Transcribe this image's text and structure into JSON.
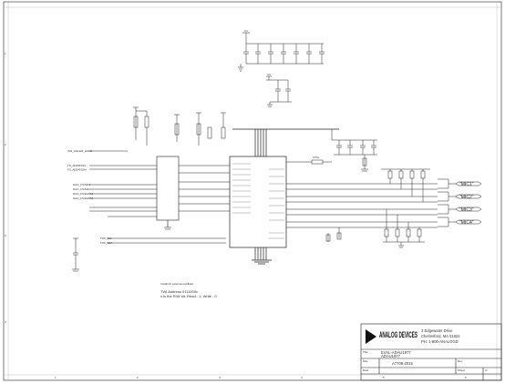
{
  "schematic": {
    "mic_labels": [
      "\"MIC1\"",
      "\"MIC2\"",
      "\"MIC3\"",
      "\"MIC4\""
    ],
    "notes": [
      "TWI Address 0111000x",
      "x is the R/W bit. Read - 1, Write - 0"
    ],
    "note_small": "Install for external oscillator",
    "left_signals": [
      "ISO_FAILED_HOLD",
      "FS_ADDR/SCL",
      "FS_ADDR/SDA",
      "DAO_FS/SDO",
      "DAO_FS/SDI",
      "DAO_FS/DATA1",
      "DAO_FS/DATA2"
    ],
    "twi_signals": [
      "TWI_SCL",
      "TWI_SDA"
    ],
    "oscillator_label": "XTAL"
  },
  "title_block": {
    "company_name": "ANALOG DEVICES",
    "address_lines": [
      "3 Edgewater Drive",
      "Chelmsford, MA 01824",
      "PH: 1-800-ANALOGD"
    ],
    "title_label": "Title",
    "title_value": "EVAL-ADAU1977",
    "part_value": "ADAU1977",
    "size_label": "Size",
    "board_value": "A7708-2015",
    "rev_label": "Rev",
    "date_label": "Date",
    "sheet_label": "Sheet",
    "sheet_of": "of"
  },
  "border": {
    "row_markers": [
      "1",
      "2",
      "3",
      "4"
    ],
    "col_markers": [
      "1",
      "2",
      "3",
      "4",
      "5",
      "6"
    ]
  },
  "colors": {
    "line": "#1a1a1a",
    "faint": "#777777"
  }
}
